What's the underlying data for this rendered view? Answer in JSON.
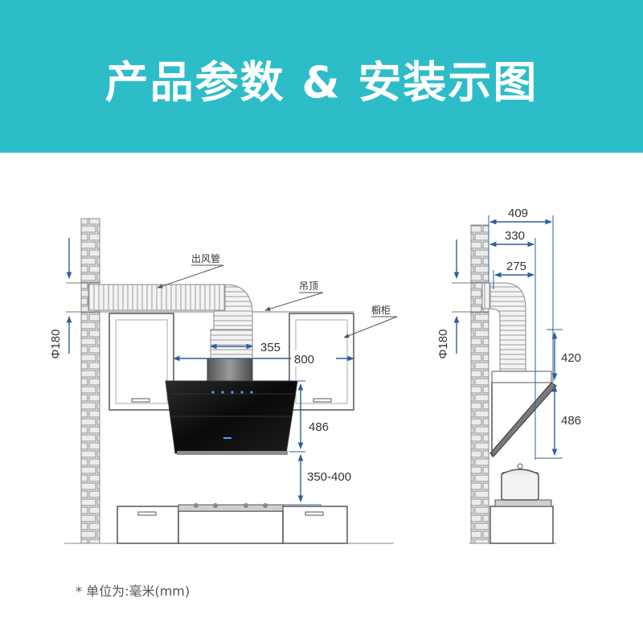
{
  "header": {
    "title": "产品参数 & 安装示图",
    "background": "#2cbdc8"
  },
  "labels": {
    "duct": "出风管",
    "ceiling": "吊顶",
    "cabinet": "橱柜"
  },
  "dimensions": {
    "duct_diameter": "Φ180",
    "hood_width": "355",
    "hood_span": "800",
    "hood_height": "486",
    "hood_to_stove": "350-400",
    "side_duct_diameter": "Φ180",
    "side_depth_total": "409",
    "side_depth_mid": "330",
    "side_depth_duct": "275",
    "side_duct_height": "420",
    "side_hood_height": "486"
  },
  "footnote": "* 单位为:毫米(mm)",
  "colors": {
    "dimension_line": "#2e5f9e",
    "wall_brick": "#e8e8e8",
    "hood_glass": "#111111"
  }
}
